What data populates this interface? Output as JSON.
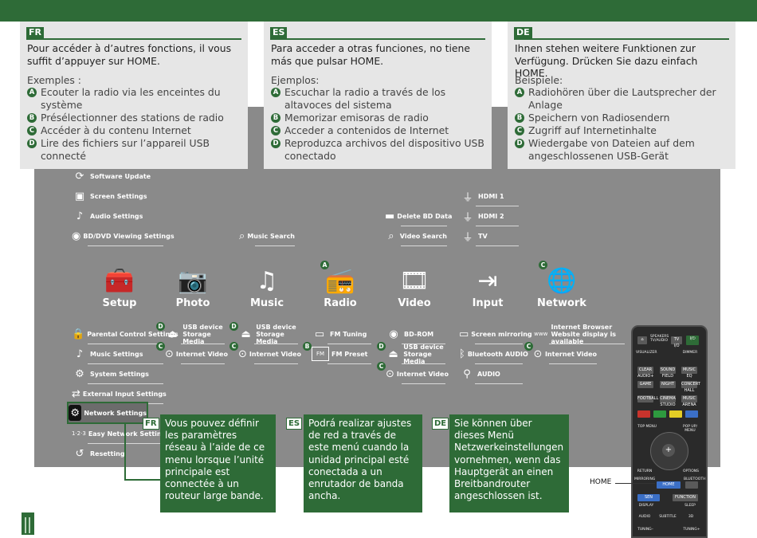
{
  "colors": {
    "accent": "#2e6b37",
    "panel": "#8a8a8a",
    "text_box": "#e6e6e6"
  },
  "languages": [
    {
      "tag": "FR",
      "intro": "Pour accéder à d’autres fonctions, il vous suffit d’appuyer sur HOME.",
      "examples_label": "Exemples :",
      "items": [
        "Ecouter la radio via les enceintes du système",
        "Présélectionner des stations de radio",
        "Accéder à du contenu Internet",
        "Lire des fichiers sur l’appareil USB connecté"
      ]
    },
    {
      "tag": "ES",
      "intro": "Para acceder a otras funciones, no tiene más que pulsar HOME.",
      "examples_label": "Ejemplos:",
      "items": [
        "Escuchar la radio a través de los altavoces del sistema",
        "Memorizar emisoras de radio",
        "Acceder a contenidos de Internet",
        "Reproduzca archivos del dispositivo USB conectado"
      ]
    },
    {
      "tag": "DE",
      "intro": "Ihnen stehen weitere Funktionen zur Verfügung. Drücken Sie dazu einfach HOME.",
      "examples_label": "Beispiele:",
      "items": [
        "Radiohören über die Lautsprecher der Anlage",
        "Speichern von Radiosendern",
        "Zugriff auf Internetinhalte",
        "Wiedergabe von Dateien auf dem angeschlossenen USB-Gerät"
      ]
    }
  ],
  "badges": [
    "A",
    "B",
    "C",
    "D"
  ],
  "categories": [
    "Setup",
    "Photo",
    "Music",
    "Radio",
    "Video",
    "Input",
    "Network"
  ],
  "setup_top": [
    "Software Update",
    "Screen Settings",
    "Audio Settings",
    "BD/DVD Viewing Settings"
  ],
  "setup_bottom": [
    "Parental Control Settings",
    "Music Settings",
    "System Settings",
    "External Input Settings",
    "Network Settings",
    "Easy Network Settings",
    "Resetting"
  ],
  "music_search": "Music Search",
  "video_top": [
    "Delete BD Data",
    "Video Search"
  ],
  "input_top": [
    "HDMI 1",
    "HDMI 2",
    "TV"
  ],
  "photo_items": [
    "USB device Storage Media",
    "Internet Video"
  ],
  "music_items": [
    "USB device Storage Media",
    "Internet Video"
  ],
  "radio_items": [
    "FM Tuning",
    "FM Preset"
  ],
  "video_items": [
    "BD-ROM",
    "USB device Storage Media",
    "Internet Video"
  ],
  "input_items": [
    "Screen mirroring",
    "Bluetooth AUDIO",
    "AUDIO"
  ],
  "network_items": [
    "Internet Browser Website display is available",
    "Internet Video"
  ],
  "callouts": [
    {
      "tag": "FR",
      "text": "Vous pouvez définir les paramètres réseau à l’aide de ce menu lorsque l’unité principale est connectée à un routeur large bande."
    },
    {
      "tag": "ES",
      "text": "Podrá realizar ajustes de red a través de este menú cuando la unidad principal esté conectada a un enrutador de banda ancha."
    },
    {
      "tag": "DE",
      "text": "Sie können über dieses Menü Netzwerkeinstellungen vornehmen, wenn das Hauptgerät an einen Breitbandrouter angeschlossen ist."
    }
  ],
  "remote": {
    "home_label": "HOME",
    "home_button": "HOME",
    "speakers": "SPEAKERS TV/AUDIO",
    "tvio": "TV I/O",
    "power": "I/⏻",
    "visualizer": "VISUALIZER",
    "dimmer": "DIMMER",
    "clear_audio": "CLEAR AUDIO+",
    "sound_field": "SOUND FIELD",
    "music_eq": "MUSIC EQ",
    "game": "GAME",
    "night": "NIGHT",
    "concert_hall": "CONCERT HALL",
    "football": "FOOTBALL",
    "cinema_studio": "CINEMA STUDIO",
    "music_arena": "MUSIC ARENA",
    "top_menu": "TOP MENU",
    "popup_menu": "POP UP/ MENU",
    "return": "RETURN",
    "options": "OPTIONS",
    "mirroring": "MIRRORING",
    "bluetooth": "BLUETOOTH",
    "sen": "SEN",
    "function": "FUNCTION",
    "display": "DISPLAY",
    "sleep": "SLEEP",
    "audio": "AUDIO",
    "subtitle": "SUBTITLE",
    "three_d": "3D",
    "tuning_minus": "TUNING–",
    "tuning_plus": "TUNING+"
  }
}
